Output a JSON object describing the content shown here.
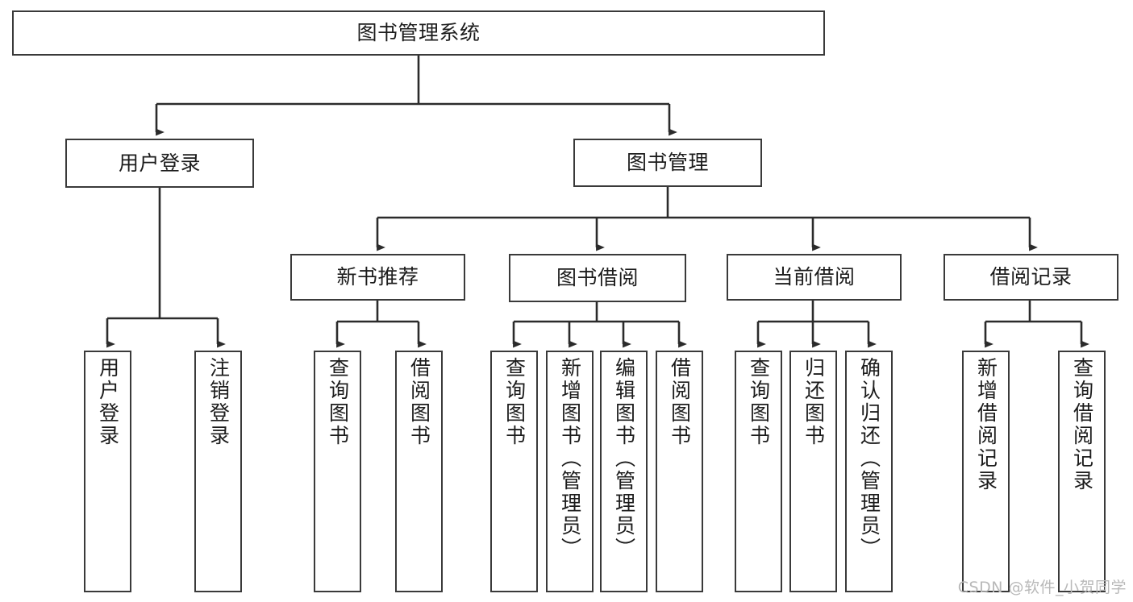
{
  "diagram": {
    "type": "hierarchy-tree",
    "title": "图书管理系统",
    "root": {
      "label": "图书管理系统",
      "children": [
        {
          "label": "用户登录",
          "children": [
            {
              "label": "用户登录"
            },
            {
              "label": "注销登录"
            }
          ]
        },
        {
          "label": "图书管理",
          "children": [
            {
              "label": "新书推荐",
              "children": [
                {
                  "label": "查询图书"
                },
                {
                  "label": "借阅图书"
                }
              ]
            },
            {
              "label": "图书借阅",
              "children": [
                {
                  "label": "查询图书"
                },
                {
                  "label": "新增图书（管理员）"
                },
                {
                  "label": "编辑图书（管理员）"
                },
                {
                  "label": "借阅图书"
                }
              ]
            },
            {
              "label": "当前借阅",
              "children": [
                {
                  "label": "查询图书"
                },
                {
                  "label": "归还图书"
                },
                {
                  "label": "确认归还（管理员）"
                }
              ]
            },
            {
              "label": "借阅记录",
              "children": [
                {
                  "label": "新增借阅记录"
                },
                {
                  "label": "查询借阅记录"
                }
              ]
            }
          ]
        }
      ]
    }
  },
  "nodes": {
    "root": "图书管理系统",
    "user_login": "用户登录",
    "book_manage": "图书管理",
    "new_book_rec": "新书推荐",
    "book_borrow": "图书借阅",
    "current_borrow": "当前借阅",
    "borrow_record": "借阅记录",
    "leaf_user_login": "用户登录",
    "leaf_logout": "注销登录",
    "leaf_query_book_1": "查询图书",
    "leaf_borrow_book_1": "借阅图书",
    "leaf_query_book_2": "查询图书",
    "leaf_add_book": "新增图书（管理员）",
    "leaf_edit_book": "编辑图书（管理员）",
    "leaf_borrow_book_2": "借阅图书",
    "leaf_query_book_3": "查询图书",
    "leaf_return_book": "归还图书",
    "leaf_confirm_return": "确认归还（管理员）",
    "leaf_add_record": "新增借阅记录",
    "leaf_query_record": "查询借阅记录"
  },
  "watermark": {
    "text": "CSDN @软件_小贺同学"
  },
  "colors": {
    "background": "#ffffff",
    "box_border": "#3a3a3a",
    "box_fill": "#ffffff",
    "connector": "#2b2b2b",
    "text": "#1c1c1c",
    "watermark": "#b9b9b9"
  }
}
